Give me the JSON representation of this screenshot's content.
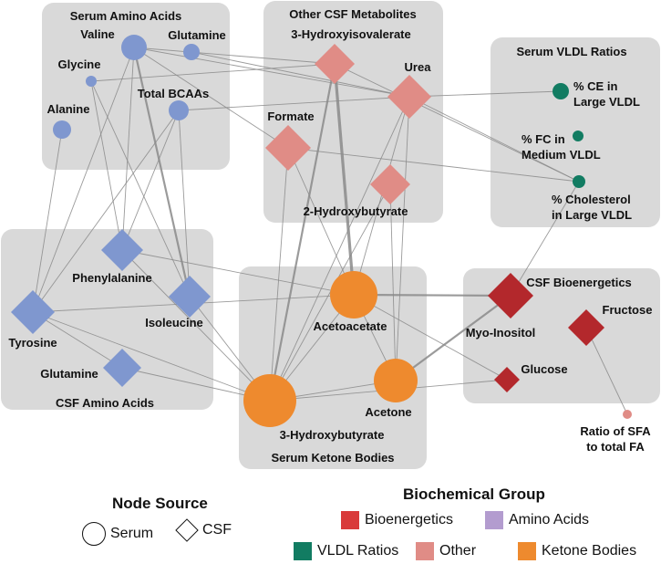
{
  "groups": [
    {
      "id": "serum-amino-acids",
      "label": "Serum Amino Acids"
    },
    {
      "id": "other-csf-metabolites",
      "label": "Other CSF Metabolites"
    },
    {
      "id": "serum-vldl-ratios",
      "label": "Serum VLDL Ratios"
    },
    {
      "id": "csf-amino-acids",
      "label": "CSF Amino Acids"
    },
    {
      "id": "serum-ketone-bodies",
      "label": "Serum Ketone Bodies"
    },
    {
      "id": "csf-bioenergetics",
      "label": "CSF Bioenergetics"
    }
  ],
  "nodes": [
    {
      "id": "valine-serum",
      "label": "Valine",
      "source": "Serum",
      "category": "amino"
    },
    {
      "id": "glutamine-serum",
      "label": "Glutamine",
      "source": "Serum",
      "category": "amino"
    },
    {
      "id": "glycine-serum",
      "label": "Glycine",
      "source": "Serum",
      "category": "amino"
    },
    {
      "id": "alanine-serum",
      "label": "Alanine",
      "source": "Serum",
      "category": "amino"
    },
    {
      "id": "total-bcaas-serum",
      "label": "Total BCAAs",
      "source": "Serum",
      "category": "amino"
    },
    {
      "id": "hydroxyisovalerate-csf",
      "label": "3-Hydroxyisovalerate",
      "source": "CSF",
      "category": "other"
    },
    {
      "id": "urea-csf",
      "label": "Urea",
      "source": "CSF",
      "category": "other"
    },
    {
      "id": "formate-csf",
      "label": "Formate",
      "source": "CSF",
      "category": "other"
    },
    {
      "id": "hydroxybutyrate2-csf",
      "label": "2-Hydroxybutyrate",
      "source": "CSF",
      "category": "other"
    },
    {
      "id": "ce-large-vldl-serum",
      "label": "% CE in Large VLDL",
      "source": "Serum",
      "category": "vldl"
    },
    {
      "id": "fc-medium-vldl-serum",
      "label": "% FC in Medium VLDL",
      "source": "Serum",
      "category": "vldl"
    },
    {
      "id": "chol-large-vldl-serum",
      "label": "% Cholesterol in Large VLDL",
      "source": "Serum",
      "category": "vldl"
    },
    {
      "id": "phenylalanine-csf",
      "label": "Phenylalanine",
      "source": "CSF",
      "category": "amino"
    },
    {
      "id": "tyrosine-csf",
      "label": "Tyrosine",
      "source": "CSF",
      "category": "amino"
    },
    {
      "id": "isoleucine-csf",
      "label": "Isoleucine",
      "source": "CSF",
      "category": "amino"
    },
    {
      "id": "glutamine-csf",
      "label": "Glutamine",
      "source": "CSF",
      "category": "amino"
    },
    {
      "id": "acetoacetate-serum",
      "label": "Acetoacetate",
      "source": "Serum",
      "category": "ketone"
    },
    {
      "id": "acetone-serum",
      "label": "Acetone",
      "source": "Serum",
      "category": "ketone"
    },
    {
      "id": "hydroxybutyrate3-serum",
      "label": "3-Hydroxybutyrate",
      "source": "Serum",
      "category": "ketone"
    },
    {
      "id": "myo-inositol-csf",
      "label": "Myo-Inositol",
      "source": "CSF",
      "category": "bio"
    },
    {
      "id": "fructose-csf",
      "label": "Fructose",
      "source": "CSF",
      "category": "bio"
    },
    {
      "id": "glucose-csf",
      "label": "Glucose",
      "source": "CSF",
      "category": "bio"
    },
    {
      "id": "sfa-ratio-serum",
      "label": "Ratio of SFA to total FA",
      "source": "Serum",
      "category": "other"
    }
  ],
  "edges": [
    {
      "from": "valine-serum",
      "to": "hydroxyisovalerate-csf",
      "weight": 1
    },
    {
      "from": "valine-serum",
      "to": "urea-csf",
      "weight": 1
    },
    {
      "from": "valine-serum",
      "to": "formate-csf",
      "weight": 1
    },
    {
      "from": "valine-serum",
      "to": "phenylalanine-csf",
      "weight": 1
    },
    {
      "from": "valine-serum",
      "to": "isoleucine-csf",
      "weight": 2
    },
    {
      "from": "valine-serum",
      "to": "tyrosine-csf",
      "weight": 1
    },
    {
      "from": "glutamine-serum",
      "to": "urea-csf",
      "weight": 1
    },
    {
      "from": "glycine-serum",
      "to": "hydroxyisovalerate-csf",
      "weight": 1
    },
    {
      "from": "glycine-serum",
      "to": "phenylalanine-csf",
      "weight": 1
    },
    {
      "from": "glycine-serum",
      "to": "isoleucine-csf",
      "weight": 1
    },
    {
      "from": "alanine-serum",
      "to": "tyrosine-csf",
      "weight": 1
    },
    {
      "from": "total-bcaas-serum",
      "to": "urea-csf",
      "weight": 1
    },
    {
      "from": "total-bcaas-serum",
      "to": "phenylalanine-csf",
      "weight": 1
    },
    {
      "from": "total-bcaas-serum",
      "to": "isoleucine-csf",
      "weight": 1
    },
    {
      "from": "total-bcaas-serum",
      "to": "tyrosine-csf",
      "weight": 1
    },
    {
      "from": "hydroxyisovalerate-csf",
      "to": "acetoacetate-serum",
      "weight": 3
    },
    {
      "from": "hydroxyisovalerate-csf",
      "to": "hydroxybutyrate3-serum",
      "weight": 2
    },
    {
      "from": "hydroxyisovalerate-csf",
      "to": "chol-large-vldl-serum",
      "weight": 1
    },
    {
      "from": "urea-csf",
      "to": "ce-large-vldl-serum",
      "weight": 1
    },
    {
      "from": "urea-csf",
      "to": "chol-large-vldl-serum",
      "weight": 1
    },
    {
      "from": "urea-csf",
      "to": "acetoacetate-serum",
      "weight": 1
    },
    {
      "from": "urea-csf",
      "to": "acetone-serum",
      "weight": 1
    },
    {
      "from": "urea-csf",
      "to": "hydroxybutyrate3-serum",
      "weight": 1
    },
    {
      "from": "formate-csf",
      "to": "chol-large-vldl-serum",
      "weight": 1
    },
    {
      "from": "formate-csf",
      "to": "acetoacetate-serum",
      "weight": 1
    },
    {
      "from": "formate-csf",
      "to": "hydroxybutyrate3-serum",
      "weight": 1
    },
    {
      "from": "hydroxybutyrate2-csf",
      "to": "acetone-serum",
      "weight": 1
    },
    {
      "from": "hydroxybutyrate2-csf",
      "to": "hydroxybutyrate3-serum",
      "weight": 1
    },
    {
      "from": "chol-large-vldl-serum",
      "to": "myo-inositol-csf",
      "weight": 1
    },
    {
      "from": "phenylalanine-csf",
      "to": "acetoacetate-serum",
      "weight": 1
    },
    {
      "from": "phenylalanine-csf",
      "to": "hydroxybutyrate3-serum",
      "weight": 1
    },
    {
      "from": "tyrosine-csf",
      "to": "acetoacetate-serum",
      "weight": 1
    },
    {
      "from": "tyrosine-csf",
      "to": "hydroxybutyrate3-serum",
      "weight": 1
    },
    {
      "from": "isoleucine-csf",
      "to": "hydroxybutyrate3-serum",
      "weight": 1
    },
    {
      "from": "glutamine-csf",
      "to": "hydroxybutyrate3-serum",
      "weight": 1
    },
    {
      "from": "glutamine-csf",
      "to": "tyrosine-csf",
      "weight": 1
    },
    {
      "from": "acetoacetate-serum",
      "to": "hydroxybutyrate3-serum",
      "weight": 1
    },
    {
      "from": "acetoacetate-serum",
      "to": "acetone-serum",
      "weight": 1
    },
    {
      "from": "acetoacetate-serum",
      "to": "myo-inositol-csf",
      "weight": 2
    },
    {
      "from": "acetoacetate-serum",
      "to": "glucose-csf",
      "weight": 1
    },
    {
      "from": "acetone-serum",
      "to": "hydroxybutyrate3-serum",
      "weight": 1
    },
    {
      "from": "acetone-serum",
      "to": "myo-inositol-csf",
      "weight": 2
    },
    {
      "from": "hydroxybutyrate3-serum",
      "to": "glucose-csf",
      "weight": 1
    },
    {
      "from": "fructose-csf",
      "to": "sfa-ratio-serum",
      "weight": 1
    }
  ],
  "legend": {
    "node_source": {
      "title": "Node Source",
      "serum": "Serum",
      "csf": "CSF"
    },
    "biochemical_group": {
      "title": "Biochemical Group",
      "items": [
        {
          "label": "Bioenergetics",
          "color": "#d93a3a"
        },
        {
          "label": "Amino Acids",
          "color": "#b39ccf"
        },
        {
          "label": "VLDL Ratios",
          "color": "#127c62"
        },
        {
          "label": "Other",
          "color": "#e08c86"
        },
        {
          "label": "Ketone Bodies",
          "color": "#ee8a2e"
        }
      ]
    }
  },
  "colors": {
    "amino": "#7f97cf",
    "other": "#e08c86",
    "vldl": "#127c62",
    "ketone": "#ee8a2e",
    "bio": "#b3282c",
    "group_bg": "#d9d9d9",
    "edge": "#8a8a8a"
  }
}
